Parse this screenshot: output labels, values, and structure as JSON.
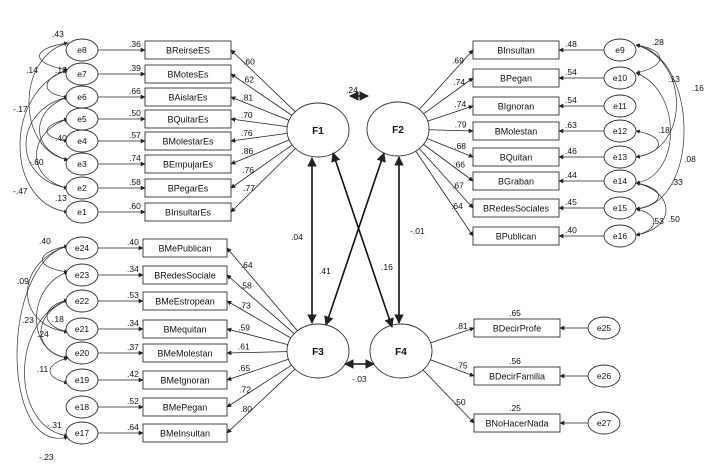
{
  "factors": {
    "F1": "F1",
    "F2": "F2",
    "F3": "F3",
    "F4": "F4"
  },
  "f1": {
    "items": [
      "BReirseES",
      "BMotesEs",
      "BAislarEs",
      "BQuitarEs",
      "BMolestarEs",
      "BEmpujarEs",
      "BPegarEs",
      "BInsultarEs"
    ],
    "errors": [
      "e8",
      "e7",
      "e6",
      "e5",
      "e4",
      "e3",
      "e2",
      "e1"
    ],
    "r2": [
      ".36",
      ".39",
      ".66",
      ".50",
      ".57",
      ".74",
      ".58",
      ".60"
    ],
    "loadings": [
      ".60",
      ".62",
      ".81",
      ".70",
      ".76",
      ".86",
      ".76",
      ".77"
    ],
    "corr": [
      ".43",
      ".18",
      ".14",
      "-.17",
      ".40",
      "-.60",
      "-.47",
      ".13"
    ]
  },
  "f2": {
    "items": [
      "BInsultan",
      "BPegan",
      "BIgnoran",
      "BMolestan",
      "BQuitan",
      "BGraban",
      "BRedesSociales",
      "BPublican"
    ],
    "errors": [
      "e9",
      "e10",
      "e11",
      "e12",
      "e13",
      "e14",
      "e15",
      "e16"
    ],
    "r2": [
      ".48",
      ".54",
      ".54",
      ".63",
      ".46",
      ".44",
      ".45",
      ".40"
    ],
    "loadings": [
      ".69",
      ".74",
      ".74",
      ".79",
      ".68",
      ".66",
      ".67",
      ".64"
    ],
    "corr": [
      ".28",
      ".13",
      ".16",
      ".18",
      ".08",
      ".33",
      ".53",
      ".50"
    ]
  },
  "f3": {
    "items": [
      "BMePublican",
      "BRedesSociale",
      "BMeEstropean",
      "BMequitan",
      "BMeMolestan",
      "BMeIgnoran",
      "BMePegan",
      "BMeInsultan"
    ],
    "errors": [
      "e24",
      "e23",
      "e22",
      "e21",
      "e20",
      "e19",
      "e18",
      "e17"
    ],
    "r2": [
      ".40",
      ".34",
      ".53",
      ".34",
      ".37",
      ".42",
      ".52",
      ".64"
    ],
    "loadings": [
      ".64",
      ".58",
      ".73",
      ".59",
      ".61",
      ".65",
      ".72",
      ".80"
    ],
    "corr": [
      ".40",
      ".09",
      ".18",
      ".23",
      ".24",
      ".11",
      "-.31",
      "-.23"
    ]
  },
  "f4": {
    "items": [
      "BDecirProfe",
      "BDecirFamilia",
      "BNoHacerNada"
    ],
    "errors": [
      "e25",
      "e26",
      "e27"
    ],
    "r2": [
      ".65",
      ".56",
      ".25"
    ],
    "loadings": [
      ".81",
      ".75",
      ".50"
    ]
  },
  "factor_corr": {
    "f1_f2": ".24",
    "f1_f3": ".04",
    "f1_f4": ".16",
    "f2_f3": ".41",
    "f2_f4": "-.01",
    "f3_f4": "-.03"
  }
}
